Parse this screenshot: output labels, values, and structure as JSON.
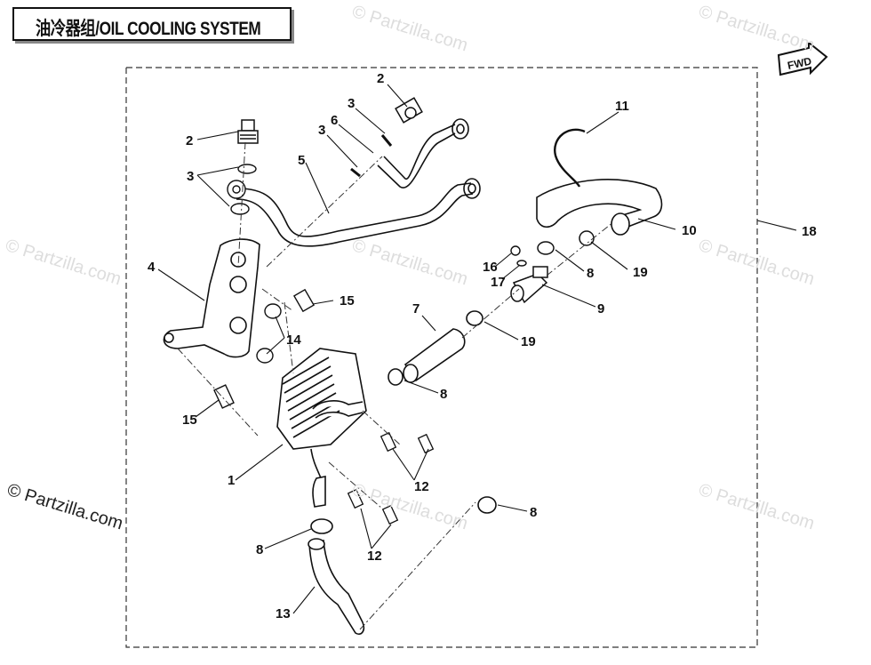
{
  "title": "油冷器组/OIL COOLING SYSTEM",
  "fwd_label": "FWD",
  "watermark": "© Partzilla.com",
  "callouts": {
    "c1": "1",
    "c2a": "2",
    "c2b": "2",
    "c3a": "3",
    "c3b": "3",
    "c3c": "3",
    "c4": "4",
    "c5": "5",
    "c6": "6",
    "c7": "7",
    "c8a": "8",
    "c8b": "8",
    "c8c": "8",
    "c8d": "8",
    "c9": "9",
    "c10": "10",
    "c11": "11",
    "c12a": "12",
    "c12b": "12",
    "c13": "13",
    "c14": "14",
    "c15a": "15",
    "c15b": "15",
    "c16": "16",
    "c17": "17",
    "c18": "18",
    "c19a": "19",
    "c19b": "19"
  },
  "colors": {
    "line": "#111111",
    "watermark": "#dddddd",
    "dash": "#333333"
  }
}
